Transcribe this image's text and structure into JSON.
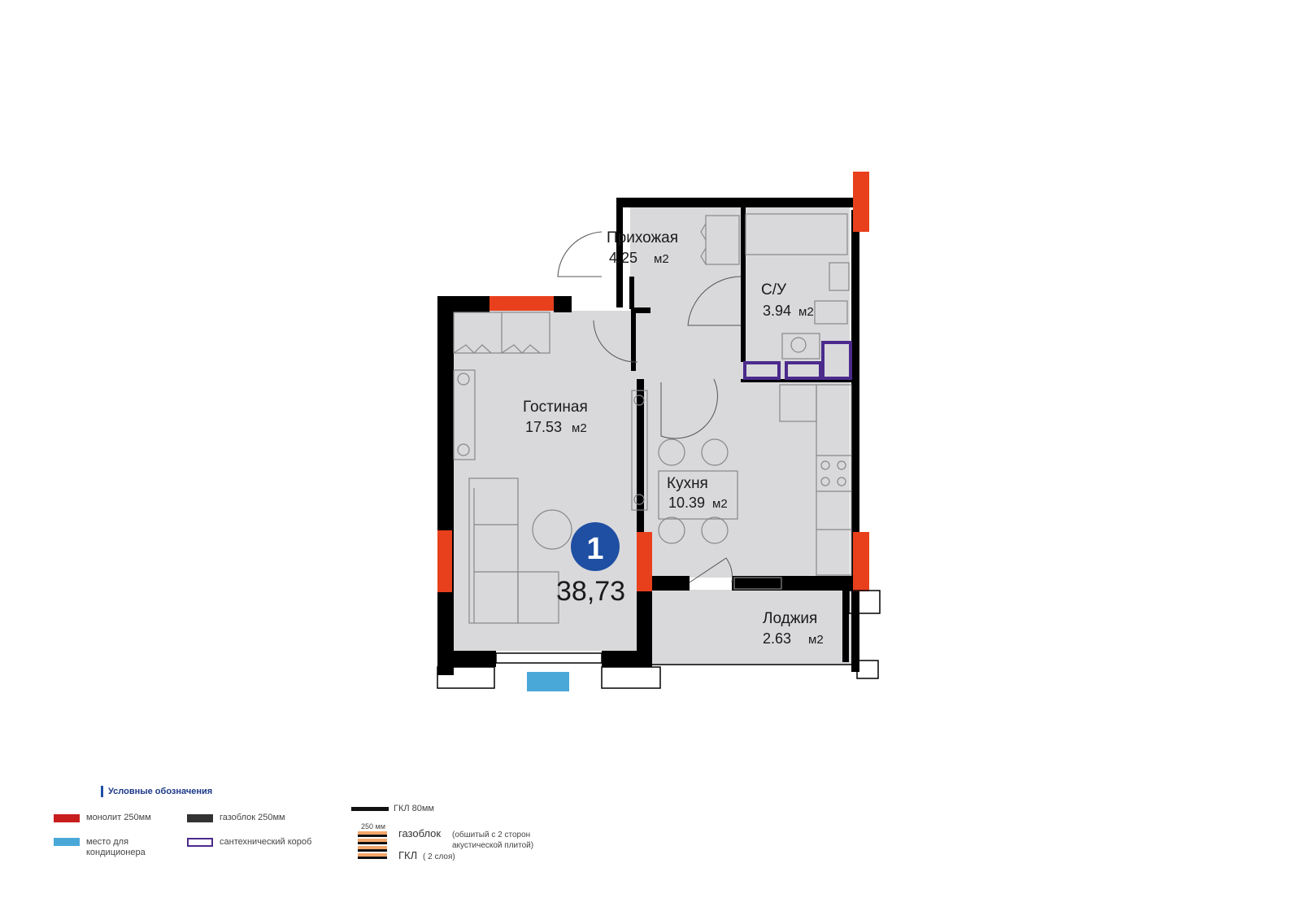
{
  "apartment": {
    "number": "1",
    "total_area": "38,73"
  },
  "rooms": {
    "hallway": {
      "name": "Прихожая",
      "area": "4.25",
      "unit": "м2"
    },
    "bathroom": {
      "name": "С/У",
      "area": "3.94",
      "unit": "м2"
    },
    "living": {
      "name": "Гостиная",
      "area": "17.53",
      "unit": "м2"
    },
    "kitchen": {
      "name": "Кухня",
      "area": "10.39",
      "unit": "м2"
    },
    "loggia": {
      "name": "Лоджия",
      "area": "2.63",
      "unit": "м2"
    }
  },
  "legend": {
    "title": "Условные обозначения",
    "monolith": "монолит 250мм",
    "gasblock": "газоблок 250мм",
    "gkl": "ГКЛ 80мм",
    "ac_place": "место для кондиционера",
    "plumbing_box": "сантехнический короб",
    "layer_size": "250 мм",
    "gasblock_clad": "газоблок",
    "gasblock_clad_note": "(обшитый с 2 сторон акустической плитой)",
    "gkl_layers": "ГКЛ",
    "gkl_layers_note": "( 2 слоя)"
  },
  "colors": {
    "monolith": "#e8401c",
    "monolith_legend": "#c81e1e",
    "wall": "#000000",
    "floor": "#d9d9dc",
    "ac": "#4aa8d8",
    "plumbing": "#4b2a8c",
    "badge": "#1e4fa3"
  }
}
